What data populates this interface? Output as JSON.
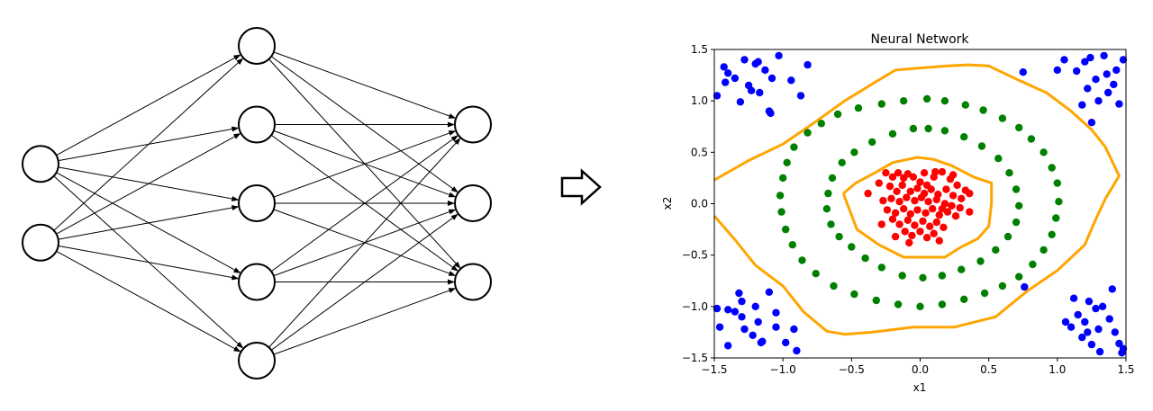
{
  "network": {
    "layers": [
      2,
      5,
      3
    ],
    "node_color": "#ffffff",
    "edge_color": "#000000"
  },
  "transition_icon": "right-arrow-icon",
  "chart_data": {
    "type": "scatter",
    "title": "Neural Network",
    "xlabel": "x1",
    "ylabel": "x2",
    "xlim": [
      -1.5,
      1.5
    ],
    "ylim": [
      -1.5,
      1.5
    ],
    "xticks": [
      "−1.5",
      "−1.0",
      "−0.5",
      "0.0",
      "0.5",
      "1.0",
      "1.5"
    ],
    "yticks": [
      "1.5",
      "1.0",
      "0.5",
      "0.0",
      "−0.5",
      "−1.0",
      "−1.5"
    ],
    "xtick_values": [
      -1.5,
      -1.0,
      -0.5,
      0.0,
      0.5,
      1.0,
      1.5
    ],
    "ytick_values": [
      1.5,
      1.0,
      0.5,
      0.0,
      -0.5,
      -1.0,
      -1.5
    ],
    "grid": false,
    "series": [
      {
        "color": "#0000ff",
        "points": [
          [
            -1.43,
            1.33
          ],
          [
            -1.4,
            1.27
          ],
          [
            -1.35,
            1.22
          ],
          [
            -1.28,
            1.4
          ],
          [
            -1.2,
            1.36
          ],
          [
            -1.25,
            1.15
          ],
          [
            -1.17,
            1.08
          ],
          [
            -1.13,
            1.3
          ],
          [
            -1.08,
            1.22
          ],
          [
            -1.23,
            1.1
          ],
          [
            -0.94,
            1.2
          ],
          [
            -1.1,
            0.9
          ],
          [
            -0.82,
            1.35
          ],
          [
            -1.31,
            0.99
          ],
          [
            -1.09,
            0.88
          ],
          [
            -0.87,
            1.05
          ],
          [
            -1.18,
            1.38
          ],
          [
            -1.42,
            1.18
          ],
          [
            -1.48,
            1.05
          ],
          [
            -1.03,
            1.44
          ],
          [
            1.14,
            1.29
          ],
          [
            1.2,
            1.38
          ],
          [
            1.28,
            1.21
          ],
          [
            1.36,
            1.26
          ],
          [
            1.43,
            1.3
          ],
          [
            1.22,
            1.12
          ],
          [
            1.3,
            1.0
          ],
          [
            1.41,
            1.16
          ],
          [
            1.24,
            1.42
          ],
          [
            1.34,
            1.44
          ],
          [
            1.18,
            0.96
          ],
          [
            1.05,
            1.4
          ],
          [
            1.37,
            1.08
          ],
          [
            1.25,
            0.79
          ],
          [
            1.48,
            1.4
          ],
          [
            0.75,
            1.28
          ],
          [
            1.0,
            1.3
          ],
          [
            1.45,
            0.97
          ],
          [
            -1.46,
            -1.2
          ],
          [
            -1.4,
            -1.38
          ],
          [
            -1.3,
            -1.1
          ],
          [
            -1.28,
            -1.22
          ],
          [
            -1.22,
            -1.28
          ],
          [
            -1.18,
            -1.15
          ],
          [
            -1.15,
            -1.34
          ],
          [
            -1.05,
            -1.06
          ],
          [
            -1.3,
            -0.95
          ],
          [
            -1.35,
            -1.05
          ],
          [
            -1.1,
            -0.86
          ],
          [
            -1.4,
            -1.03
          ],
          [
            -1.32,
            -0.87
          ],
          [
            -1.2,
            -1.0
          ],
          [
            -1.05,
            -1.2
          ],
          [
            -0.92,
            -1.22
          ],
          [
            -0.9,
            -1.43
          ],
          [
            -0.98,
            -1.35
          ],
          [
            -1.16,
            -1.35
          ],
          [
            -1.48,
            -1.02
          ],
          [
            1.12,
            -0.92
          ],
          [
            1.15,
            -1.08
          ],
          [
            1.2,
            -1.15
          ],
          [
            1.28,
            -1.02
          ],
          [
            1.33,
            -1.0
          ],
          [
            1.22,
            -1.25
          ],
          [
            1.3,
            -1.22
          ],
          [
            1.38,
            -1.12
          ],
          [
            1.42,
            -1.25
          ],
          [
            1.45,
            -1.36
          ],
          [
            1.48,
            -1.41
          ],
          [
            1.25,
            -1.37
          ],
          [
            1.18,
            -1.3
          ],
          [
            1.1,
            -1.2
          ],
          [
            1.4,
            -0.83
          ],
          [
            1.06,
            -1.15
          ],
          [
            0.76,
            -0.81
          ],
          [
            1.47,
            -1.45
          ],
          [
            1.23,
            -0.95
          ],
          [
            1.31,
            -1.44
          ]
        ]
      },
      {
        "color": "#008000",
        "points": [
          [
            -0.05,
            0.73
          ],
          [
            -0.2,
            0.68
          ],
          [
            -0.35,
            0.6
          ],
          [
            -0.48,
            0.5
          ],
          [
            -0.57,
            0.4
          ],
          [
            -0.64,
            0.25
          ],
          [
            -0.67,
            0.1
          ],
          [
            -0.68,
            -0.05
          ],
          [
            -0.65,
            -0.2
          ],
          [
            -0.59,
            -0.32
          ],
          [
            -0.5,
            -0.42
          ],
          [
            -0.4,
            -0.53
          ],
          [
            -0.28,
            -0.62
          ],
          [
            -0.13,
            -0.7
          ],
          [
            0.02,
            -0.72
          ],
          [
            0.16,
            -0.7
          ],
          [
            0.3,
            -0.64
          ],
          [
            0.44,
            -0.56
          ],
          [
            0.55,
            -0.45
          ],
          [
            0.64,
            -0.32
          ],
          [
            0.7,
            -0.18
          ],
          [
            0.72,
            -0.02
          ],
          [
            0.7,
            0.14
          ],
          [
            0.65,
            0.3
          ],
          [
            0.57,
            0.44
          ],
          [
            0.45,
            0.56
          ],
          [
            0.32,
            0.65
          ],
          [
            0.18,
            0.71
          ],
          [
            0.06,
            0.73
          ],
          [
            0.05,
            1.02
          ],
          [
            -0.12,
            1.0
          ],
          [
            -0.28,
            0.97
          ],
          [
            -0.45,
            0.93
          ],
          [
            -0.6,
            0.87
          ],
          [
            -0.72,
            0.78
          ],
          [
            -0.82,
            0.69
          ],
          [
            -0.92,
            0.55
          ],
          [
            -0.97,
            0.4
          ],
          [
            -1.0,
            0.25
          ],
          [
            -1.02,
            0.08
          ],
          [
            -1.01,
            -0.08
          ],
          [
            -0.98,
            -0.25
          ],
          [
            -0.93,
            -0.4
          ],
          [
            -0.86,
            -0.55
          ],
          [
            -0.76,
            -0.68
          ],
          [
            -0.63,
            -0.8
          ],
          [
            -0.48,
            -0.88
          ],
          [
            -0.32,
            -0.94
          ],
          [
            -0.16,
            -0.98
          ],
          [
            0.0,
            -1.0
          ],
          [
            0.16,
            -0.98
          ],
          [
            0.32,
            -0.93
          ],
          [
            0.47,
            -0.87
          ],
          [
            0.6,
            -0.8
          ],
          [
            0.72,
            -0.71
          ],
          [
            0.82,
            -0.59
          ],
          [
            0.9,
            -0.45
          ],
          [
            0.96,
            -0.3
          ],
          [
            0.99,
            -0.14
          ],
          [
            1.01,
            0.02
          ],
          [
            1.0,
            0.2
          ],
          [
            0.96,
            0.35
          ],
          [
            0.9,
            0.5
          ],
          [
            0.81,
            0.63
          ],
          [
            0.72,
            0.74
          ],
          [
            0.6,
            0.83
          ],
          [
            0.46,
            0.91
          ],
          [
            0.33,
            0.96
          ],
          [
            0.18,
            1.0
          ]
        ]
      },
      {
        "color": "#ff0000",
        "points": [
          [
            -0.38,
            0.1
          ],
          [
            -0.25,
            0.3
          ],
          [
            -0.2,
            0.26
          ],
          [
            -0.16,
            0.3
          ],
          [
            -0.12,
            0.25
          ],
          [
            -0.09,
            0.29
          ],
          [
            -0.05,
            0.26
          ],
          [
            0.0,
            0.21
          ],
          [
            0.05,
            0.18
          ],
          [
            0.1,
            0.26
          ],
          [
            0.16,
            0.31
          ],
          [
            0.22,
            0.24
          ],
          [
            0.27,
            0.18
          ],
          [
            0.33,
            0.13
          ],
          [
            0.36,
            0.1
          ],
          [
            0.3,
            0.05
          ],
          [
            -0.22,
            0.17
          ],
          [
            -0.17,
            0.12
          ],
          [
            -0.13,
            0.18
          ],
          [
            -0.07,
            0.12
          ],
          [
            -0.02,
            0.15
          ],
          [
            0.03,
            0.1
          ],
          [
            0.08,
            0.14
          ],
          [
            0.13,
            0.09
          ],
          [
            0.19,
            0.14
          ],
          [
            0.24,
            0.08
          ],
          [
            -0.27,
            0.03
          ],
          [
            -0.21,
            0.05
          ],
          [
            -0.15,
            0.02
          ],
          [
            -0.1,
            0.06
          ],
          [
            -0.04,
            0.03
          ],
          [
            0.01,
            0.06
          ],
          [
            0.06,
            0.02
          ],
          [
            0.12,
            0.04
          ],
          [
            0.18,
            0.0
          ],
          [
            0.23,
            -0.02
          ],
          [
            -0.24,
            -0.06
          ],
          [
            -0.18,
            -0.09
          ],
          [
            -0.12,
            -0.05
          ],
          [
            -0.07,
            -0.1
          ],
          [
            -0.02,
            -0.06
          ],
          [
            0.04,
            -0.09
          ],
          [
            0.09,
            -0.05
          ],
          [
            0.14,
            -0.11
          ],
          [
            0.2,
            -0.08
          ],
          [
            0.26,
            -0.12
          ],
          [
            -0.2,
            -0.15
          ],
          [
            -0.15,
            -0.2
          ],
          [
            -0.09,
            -0.16
          ],
          [
            -0.04,
            -0.21
          ],
          [
            0.02,
            -0.17
          ],
          [
            0.07,
            -0.22
          ],
          [
            0.12,
            -0.18
          ],
          [
            0.17,
            -0.23
          ],
          [
            -0.11,
            -0.27
          ],
          [
            -0.06,
            -0.31
          ],
          [
            0.0,
            -0.27
          ],
          [
            0.05,
            -0.33
          ],
          [
            0.1,
            -0.29
          ],
          [
            -0.18,
            -0.32
          ],
          [
            -0.08,
            -0.38
          ],
          [
            0.14,
            -0.36
          ],
          [
            -0.28,
            -0.2
          ],
          [
            0.29,
            -0.04
          ],
          [
            0.36,
            -0.08
          ],
          [
            0.11,
            0.31
          ],
          [
            0.16,
            -0.05
          ],
          [
            -0.3,
            0.2
          ],
          [
            0.03,
            0.3
          ],
          [
            0.24,
            0.28
          ]
        ]
      }
    ],
    "boundaries": [
      {
        "color": "#ffa500",
        "points": [
          [
            -0.56,
            0.1
          ],
          [
            -0.47,
            0.2
          ],
          [
            -0.33,
            0.3
          ],
          [
            -0.2,
            0.4
          ],
          [
            -0.02,
            0.45
          ],
          [
            0.1,
            0.43
          ],
          [
            0.23,
            0.37
          ],
          [
            0.39,
            0.26
          ],
          [
            0.52,
            0.2
          ],
          [
            0.52,
            0.0
          ],
          [
            0.5,
            -0.22
          ],
          [
            0.42,
            -0.34
          ],
          [
            0.3,
            -0.42
          ],
          [
            0.18,
            -0.52
          ],
          [
            -0.12,
            -0.52
          ],
          [
            -0.3,
            -0.4
          ],
          [
            -0.46,
            -0.25
          ],
          [
            -0.56,
            0.1
          ]
        ]
      },
      {
        "color": "#ffa500",
        "points": [
          [
            -1.5,
            0.23
          ],
          [
            -1.25,
            0.42
          ],
          [
            -1.0,
            0.58
          ],
          [
            -0.78,
            0.78
          ],
          [
            -0.55,
            1.0
          ],
          [
            -0.33,
            1.18
          ],
          [
            -0.18,
            1.3
          ],
          [
            0.0,
            1.32
          ],
          [
            0.2,
            1.34
          ],
          [
            0.35,
            1.35
          ],
          [
            0.5,
            1.34
          ],
          [
            0.72,
            1.2
          ],
          [
            0.92,
            1.08
          ],
          [
            1.1,
            0.9
          ],
          [
            1.25,
            0.72
          ],
          [
            1.35,
            0.55
          ],
          [
            1.45,
            0.27
          ],
          [
            1.35,
            0.05
          ],
          [
            1.28,
            -0.15
          ],
          [
            1.2,
            -0.4
          ],
          [
            1.0,
            -0.65
          ],
          [
            0.78,
            -0.85
          ],
          [
            0.55,
            -1.1
          ],
          [
            0.25,
            -1.2
          ],
          [
            -0.05,
            -1.2
          ],
          [
            -0.35,
            -1.25
          ],
          [
            -0.55,
            -1.27
          ],
          [
            -0.68,
            -1.24
          ],
          [
            -0.85,
            -1.05
          ],
          [
            -1.0,
            -0.8
          ],
          [
            -1.2,
            -0.6
          ],
          [
            -1.35,
            -0.35
          ],
          [
            -1.5,
            -0.12
          ]
        ]
      }
    ]
  }
}
